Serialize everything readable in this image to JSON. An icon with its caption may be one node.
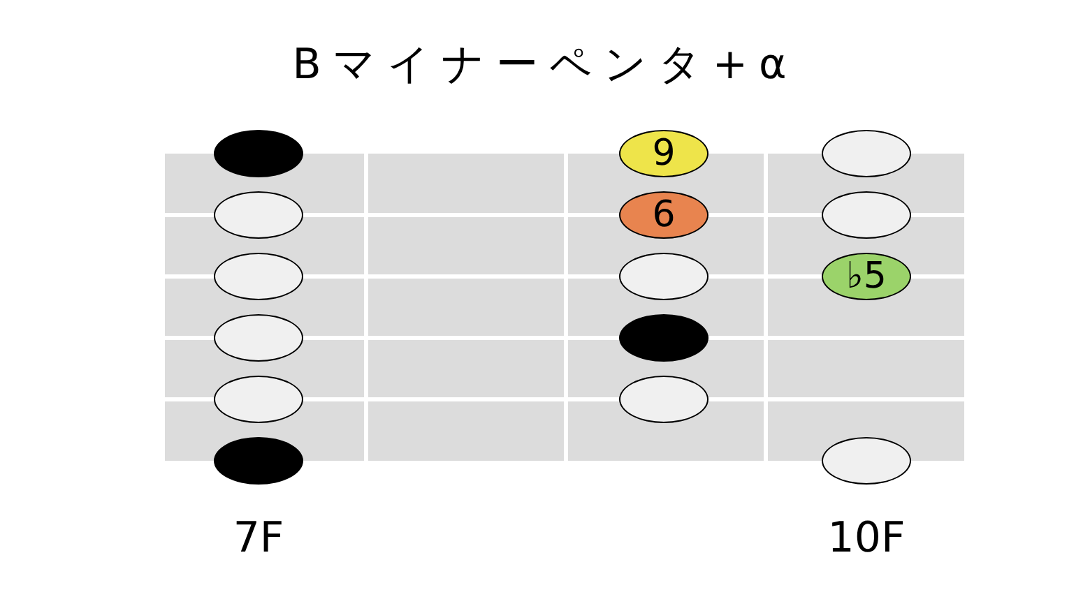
{
  "diagram": {
    "title": "Bマイナーペンタ+α",
    "nodes": [
      {
        "text": [],
        "shape": "circle"
      },
      {
        "text": [],
        "shape": "circle"
      },
      {
        "text": [],
        "shape": "circle"
      },
      {
        "text": [],
        "shape": "circle"
      },
      {
        "text": [],
        "shape": "circle"
      },
      {
        "text": [],
        "shape": "circle"
      },
      {
        "text": [
          "9"
        ]
      },
      {
        "text": [
          "6"
        ]
      },
      {
        "text": [],
        "shape": "circle"
      },
      {
        "text": [],
        "shape": "circle"
      },
      {
        "text": [],
        "shape": "circle"
      },
      {
        "text": [],
        "shape": "circle"
      },
      {
        "text": [],
        "shape": "circle"
      },
      {
        "text": [
          "♭5"
        ]
      },
      {
        "text": [],
        "shape": "circle"
      }
    ],
    "edges": [],
    "labels": [
      "7F",
      "10F"
    ]
  }
}
